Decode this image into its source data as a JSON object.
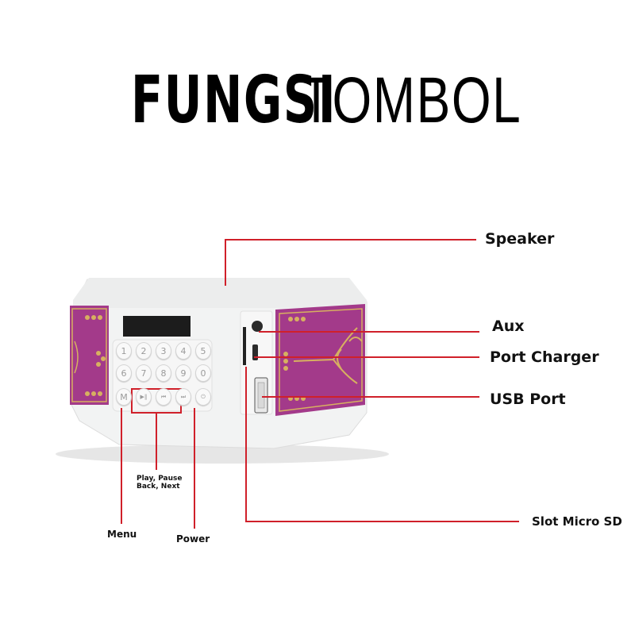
{
  "title": {
    "bold": "FUNGSI",
    "light": "TOMBOL"
  },
  "callouts": {
    "speaker": "Speaker",
    "aux": "Aux",
    "port_charger": "Port Charger",
    "usb_port": "USB Port",
    "slot_micro_sd": "Slot Micro SD",
    "menu": "Menu",
    "power": "Power",
    "play_pause_line1": "Play, Pause",
    "play_pause_line2": "Back, Next"
  },
  "keypad": {
    "row1": [
      "1",
      "2",
      "3",
      "4",
      "5"
    ],
    "row2": [
      "6",
      "7",
      "8",
      "9",
      "0"
    ],
    "menu_key": "M",
    "play_key": "▶‖",
    "back_key": "⏮",
    "next_key": "⏭",
    "power_key": "⏻"
  },
  "colors": {
    "accent_line": "#d0202a",
    "speaker_body": "#f1f2f2",
    "panel_purple": "#a33a8a",
    "ornament_gold": "#d7b060",
    "display": "#1c1c1c"
  }
}
